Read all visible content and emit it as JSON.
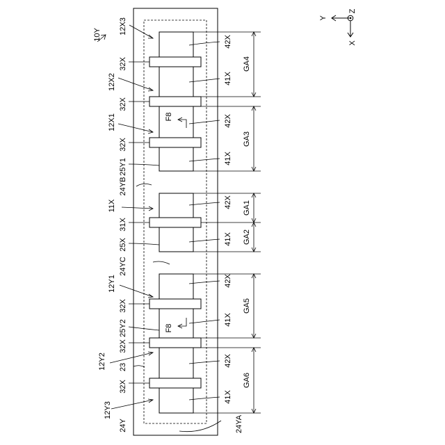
{
  "figure": {
    "ref_main": "10Y",
    "labels": {
      "12X3": "12X3",
      "12X2": "12X2",
      "12X1": "12X1",
      "11X": "11X",
      "12Y1": "12Y1",
      "12Y2": "12Y2",
      "12Y3": "12Y3",
      "24Y": "24Y",
      "24YA": "24YA",
      "24YB": "24YB",
      "24YC": "24YC",
      "25Y1": "25Y1",
      "25Y2": "25Y2",
      "25X": "25X",
      "31X": "31X",
      "32X": "32X",
      "41X": "41X",
      "42X": "42X",
      "23": "23",
      "F8": "F8"
    },
    "gaps": [
      "GA4",
      "GA3",
      "GA1",
      "GA2",
      "GA5",
      "GA6"
    ],
    "axes": {
      "y": "Y",
      "x": "X",
      "z": "Z"
    }
  }
}
